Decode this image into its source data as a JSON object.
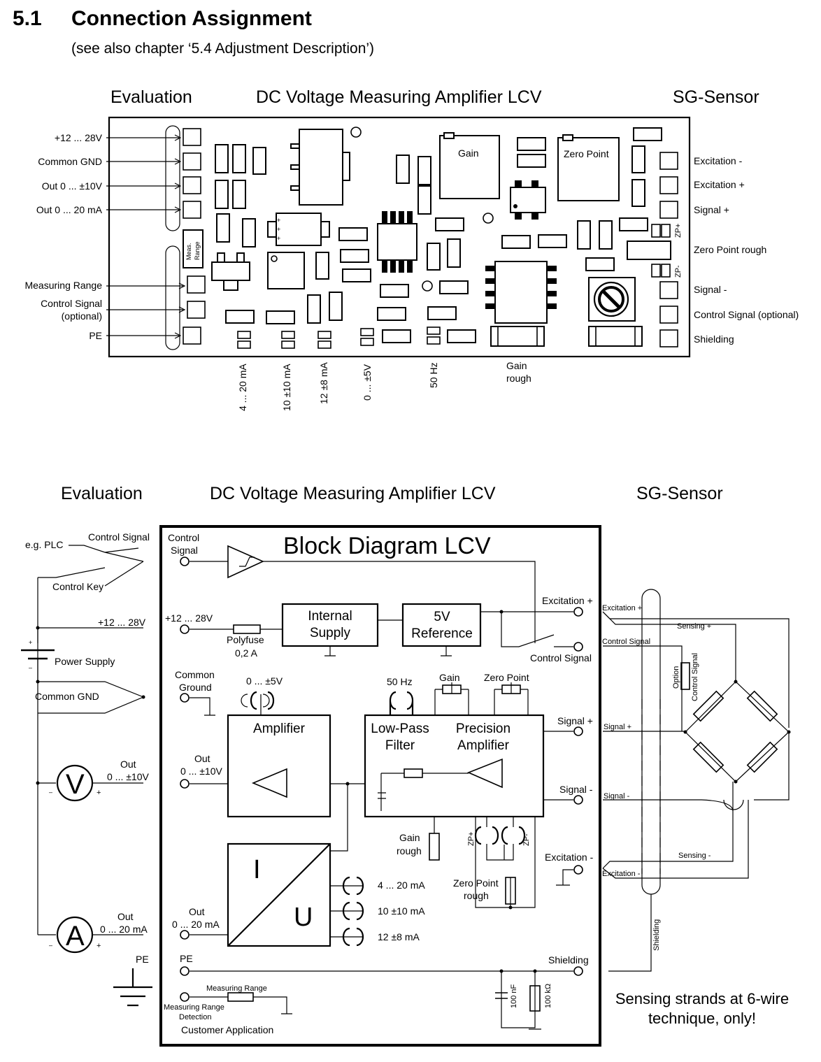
{
  "section": {
    "number": "5.1",
    "title": "Connection Assignment",
    "subtitle": "(see also chapter ‘5.4 Adjustment Description’)"
  },
  "layout_diagram": {
    "headers": {
      "left": "Evaluation",
      "center": "DC Voltage Measuring Amplifier LCV",
      "right": "SG-Sensor"
    },
    "left_terminals": [
      "+12 ... 28V",
      "Common GND",
      "Out 0 ... ±10V",
      "Out 0 ... 20 mA",
      "Measuring Range",
      "Control Signal",
      "(optional)",
      "PE"
    ],
    "right_terminals": [
      "Excitation -",
      "Excitation +",
      "Signal +",
      "Zero Point rough",
      "Signal -",
      "Control Signal (optional)",
      "Shielding"
    ],
    "board_labels": {
      "gain": "Gain",
      "zero_point": "Zero Point",
      "meas_range_1": "Meas.",
      "meas_range_2": "Range",
      "zp_plus": "ZP+",
      "zp_minus": "ZP-"
    },
    "jumper_labels": [
      "4 ... 20 mA",
      "10 ±10 mA",
      "12 ±8 mA",
      "0 ... ±5V",
      "50 Hz"
    ],
    "gain_rough": [
      "Gain",
      "rough"
    ]
  },
  "block_diagram": {
    "headers": {
      "left": "Evaluation",
      "center": "DC Voltage Measuring Amplifier LCV",
      "right": "SG-Sensor"
    },
    "title": "Block Diagram  LCV",
    "external": {
      "plc": "e.g. PLC",
      "control_signal": "Control Signal",
      "control_key": "Control Key",
      "supply_voltage": "+12 ... 28V",
      "power_supply": "Power Supply",
      "common_gnd": "Common GND",
      "out_v_1": "Out",
      "out_v_2": "0 ... ±10V",
      "out_a_1": "Out",
      "out_a_2": "0 ... 20 mA",
      "pe": "PE",
      "volt_meter": "V",
      "amp_meter": "A",
      "plus": "+",
      "minus": "–"
    },
    "internal": {
      "control_signal_1": "Control",
      "control_signal_2": "Signal",
      "supply_in": "+12 ... 28V",
      "polyfuse_1": "Polyfuse",
      "polyfuse_2": "0,2 A",
      "internal_supply_1": "Internal",
      "internal_supply_2": "Supply",
      "reference_1": "5V",
      "reference_2": "Reference",
      "excitation_plus": "Excitation +",
      "control_signal_out": "Control Signal",
      "common_ground_1": "Common",
      "common_ground_2": "Ground",
      "range_5v": "0 ... ±5V",
      "hz50": "50 Hz",
      "gain": "Gain",
      "zero_point": "Zero Point",
      "amplifier": "Amplifier",
      "lowpass_1": "Low-Pass",
      "lowpass_2": "Filter",
      "precision_1": "Precision",
      "precision_2": "Amplifier",
      "signal_plus": "Signal +",
      "signal_minus": "Signal -",
      "out_v_1": "Out",
      "out_v_2": "0 ... ±10V",
      "gain_rough_1": "Gain",
      "gain_rough_2": "rough",
      "zp_plus": "ZP+",
      "zp_minus": "ZP-",
      "zero_rough_1": "Zero Point",
      "zero_rough_2": "rough",
      "excitation_minus": "Excitation -",
      "iu_i": "I",
      "iu_u": "U",
      "mA_4_20": "4 ...  20 mA",
      "mA_10": "10 ±10 mA",
      "mA_12": "12 ±8 mA",
      "out_a_1": "Out",
      "out_a_2": "0 ... 20 mA",
      "pe": "PE",
      "shielding": "Shielding",
      "meas_range": "Measuring Range",
      "meas_detect_1": "Measuring Range",
      "meas_detect_2": "Detection",
      "cap": "100 nF",
      "res": "100 kΩ",
      "customer": "Customer Application"
    },
    "sensor": {
      "excitation_plus": "Excitation +",
      "sensing_plus": "Sensing +",
      "control_signal": "Control Signal",
      "option": "Option",
      "control_signal_v": "Control Signal",
      "signal_plus": "Signal +",
      "signal_minus": "Signal -",
      "sensing_minus": "Sensing -",
      "excitation_minus": "Excitation -",
      "shielding": "Shielding"
    },
    "note_1": "Sensing strands at 6-wire",
    "note_2": "technique, only!"
  }
}
